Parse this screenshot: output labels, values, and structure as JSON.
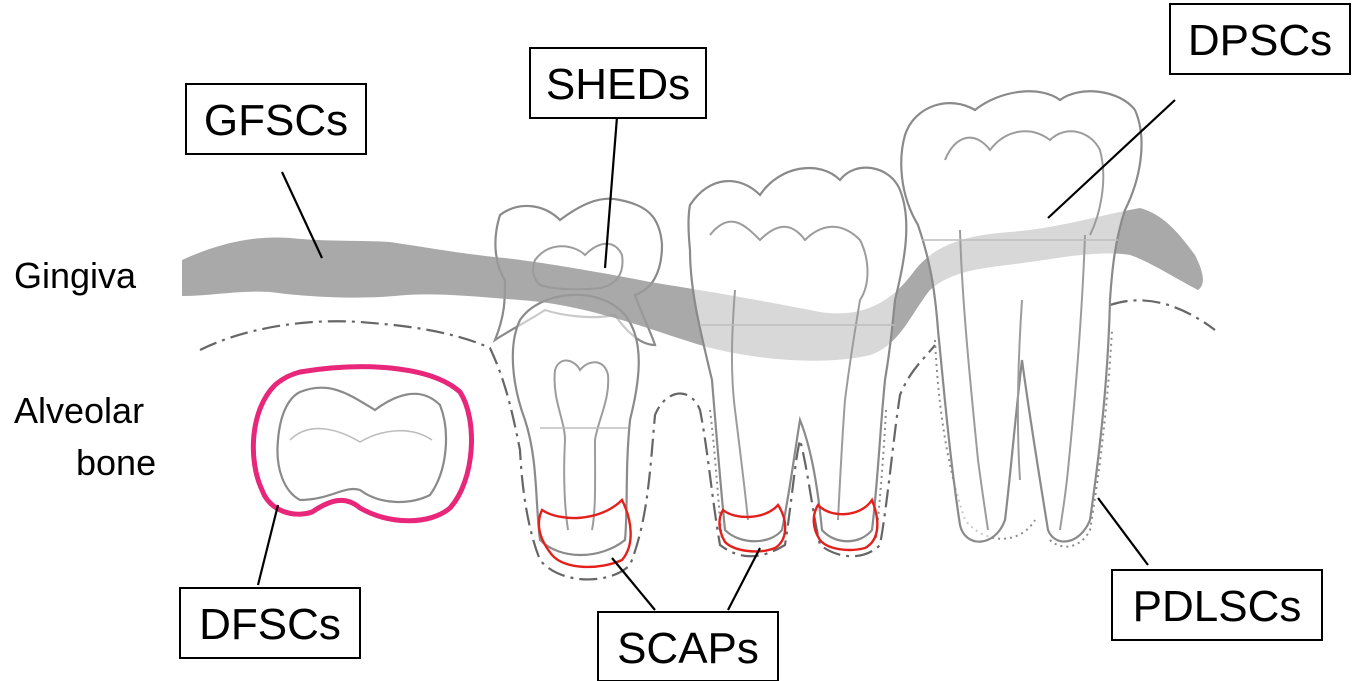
{
  "region_labels": {
    "gingiva": "Gingiva",
    "alveolar_line1": "Alveolar",
    "alveolar_line2": "bone"
  },
  "cell_labels": {
    "gfscs": "GFSCs",
    "sheds": "SHEDs",
    "dpscs": "DPSCs",
    "dfscs": "DFSCs",
    "scaps": "SCAPs",
    "pdlscs": "PDLSCs"
  },
  "colors": {
    "gingiva_band": "#9a9a9a",
    "dental_follicle": "#e8267a",
    "apical_papilla": "#e4201c",
    "tooth_outline": "#8a8a8a",
    "label_border": "#000000"
  }
}
